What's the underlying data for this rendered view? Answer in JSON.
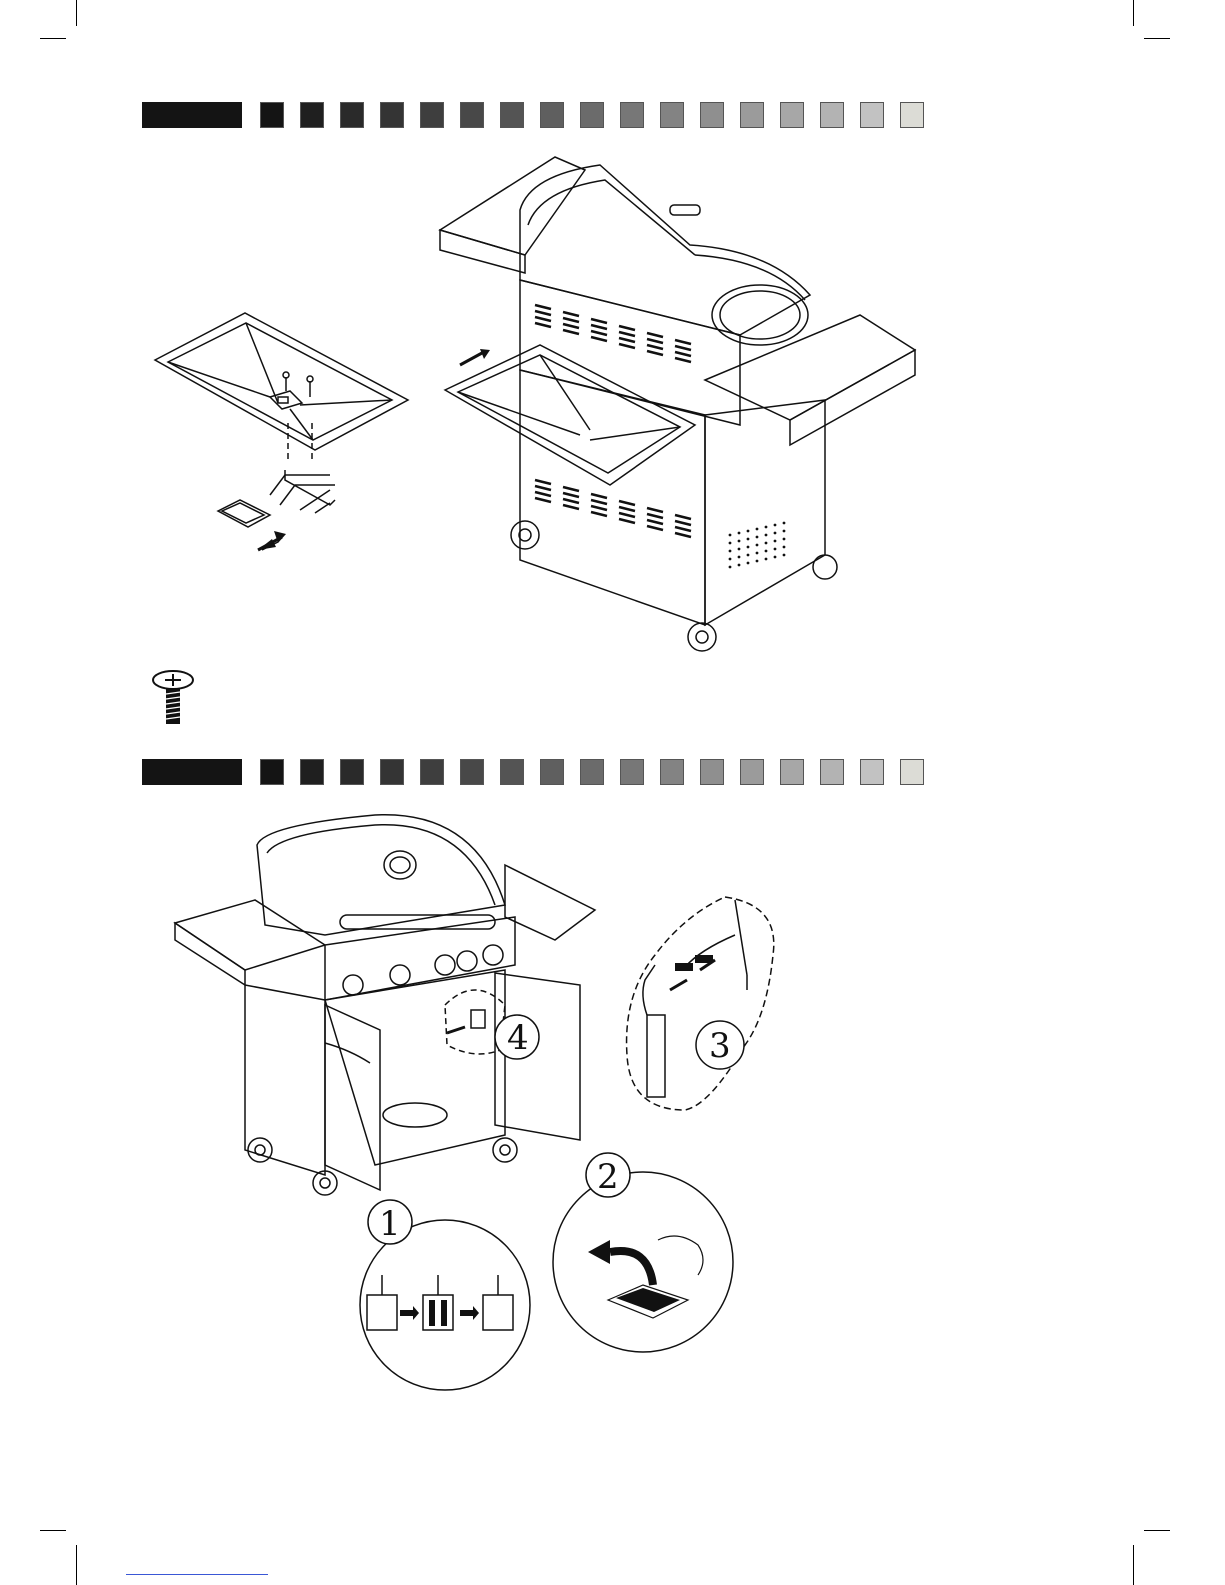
{
  "steps": {
    "upper": {
      "header_shades": [
        "#141414",
        "#1f1f1f",
        "#2a2a2a",
        "#343434",
        "#3e3e3e",
        "#484848",
        "#545454",
        "#5f5f5f",
        "#6b6b6b",
        "#777777",
        "#838383",
        "#8f8f8f",
        "#9b9b9b",
        "#a7a7a7",
        "#b3b3b3",
        "#c2c2c2",
        "#dcdcd6"
      ]
    },
    "lower": {
      "header_shades": [
        "#141414",
        "#1f1f1f",
        "#2a2a2a",
        "#343434",
        "#3e3e3e",
        "#484848",
        "#545454",
        "#5f5f5f",
        "#6b6b6b",
        "#777777",
        "#838383",
        "#8f8f8f",
        "#9b9b9b",
        "#a7a7a7",
        "#b3b3b3",
        "#c2c2c2",
        "#dcdcd6"
      ]
    }
  },
  "callouts": {
    "c1": "1",
    "c2": "2",
    "c3": "3",
    "c4": "4"
  },
  "colors": {
    "ink": "#111111",
    "footer_rule": "#3a57d6"
  }
}
